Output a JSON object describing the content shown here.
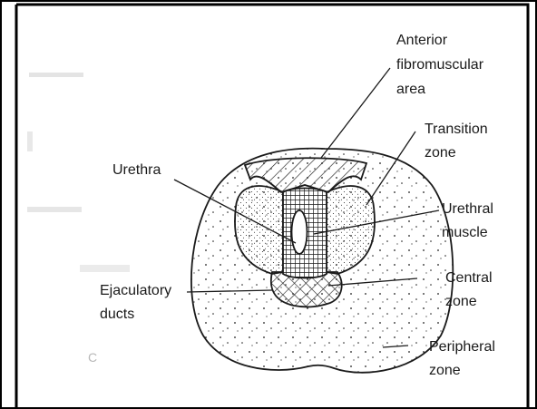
{
  "labels": {
    "anterior_fibromuscular": [
      "Anterior",
      "fibromuscular",
      "area"
    ],
    "transition_zone": [
      "Transition",
      "zone"
    ],
    "urethra": [
      "Urethra"
    ],
    "urethral_muscle": [
      "Urethral",
      "muscle"
    ],
    "ejaculatory_ducts": [
      "Ejaculatory",
      "ducts"
    ],
    "central_zone": [
      "Central",
      "zone"
    ],
    "peripheral_zone": [
      "Peripheral",
      "zone"
    ]
  },
  "panel_letter": "C",
  "colors": {
    "ink": "#1a1a1a",
    "paper": "#ffffff",
    "frame": "#000000"
  }
}
